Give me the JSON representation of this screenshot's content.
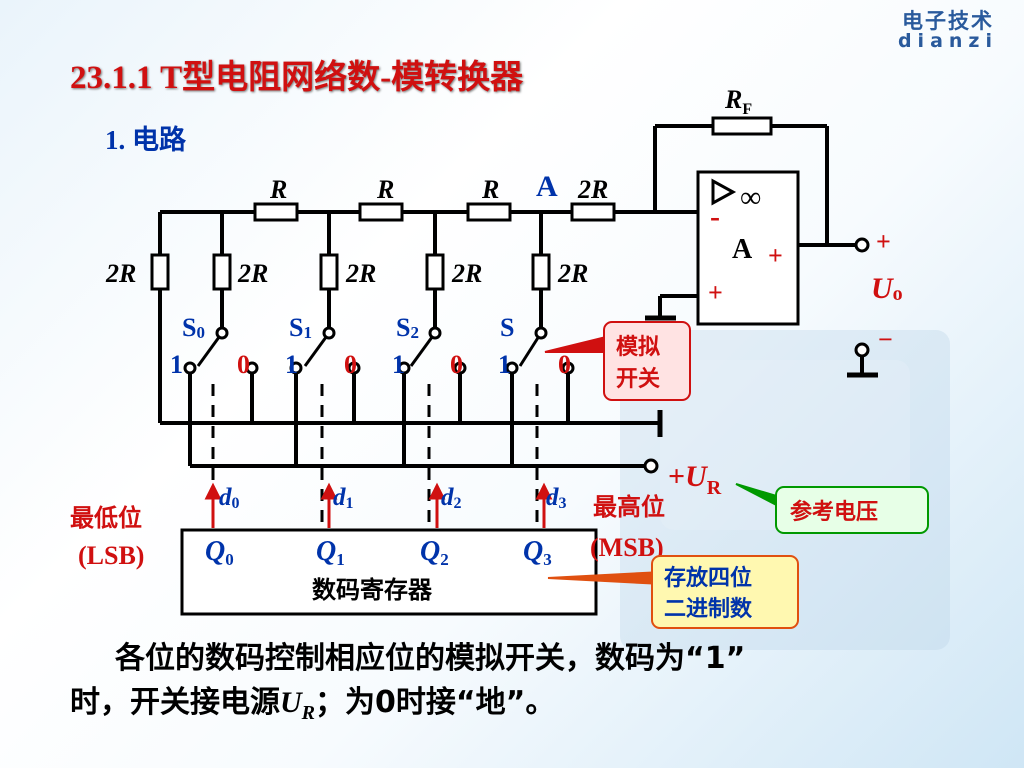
{
  "logo": {
    "line1": "电子技术",
    "line2": "dianzi"
  },
  "title": "23.1.1   T型电阻网络数-模转换器",
  "subtitle": "1.  电路",
  "circuit": {
    "rf_label": "R",
    "rf_sub": "F",
    "series_r": [
      "R",
      "R",
      "R"
    ],
    "node_a": "A",
    "last_2r": "2R",
    "shunt_2r": [
      "2R",
      "2R",
      "2R",
      "2R",
      "2R"
    ],
    "opamp_inf": "∞",
    "opamp_a": "A",
    "opamp_minus": "-",
    "opamp_plus_in": "+",
    "opamp_plus_out": "+",
    "out_plus": "+",
    "out_u": "U",
    "out_sub": "o",
    "out_minus": "−",
    "switches": [
      {
        "name": "S",
        "sub": "0",
        "one": "1",
        "zero": "0"
      },
      {
        "name": "S",
        "sub": "1",
        "one": "1",
        "zero": "0"
      },
      {
        "name": "S",
        "sub": "2",
        "one": "1",
        "zero": "0"
      },
      {
        "name": "S",
        "sub": "",
        "one": "1",
        "zero": "0"
      }
    ],
    "bits": [
      {
        "d": "d",
        "sub": "0"
      },
      {
        "d": "d",
        "sub": "1"
      },
      {
        "d": "d",
        "sub": "2"
      },
      {
        "d": "d",
        "sub": "3"
      }
    ],
    "q": [
      {
        "q": "Q",
        "sub": "0"
      },
      {
        "q": "Q",
        "sub": "1"
      },
      {
        "q": "Q",
        "sub": "2"
      },
      {
        "q": "Q",
        "sub": "3"
      }
    ],
    "ur_plus": "+",
    "ur_u": "U",
    "ur_sub": "R",
    "lsb_cn": "最低位",
    "lsb_en": "(LSB)",
    "msb_cn": "最高位",
    "msb_en": "(MSB)",
    "register": "数码寄存器"
  },
  "callouts": {
    "analog_switch": [
      "模拟",
      "开关"
    ],
    "reference": "参考电压",
    "storage": [
      "存放四位",
      "二进制数"
    ]
  },
  "description": {
    "line1": "各位的数码控制相应位的模拟开关，数码为“1”",
    "line2a": "时，开关接电源",
    "line2u": "U",
    "line2sub": "R",
    "line2b": "；为0时接“地”。"
  },
  "colors": {
    "title": "#d01010",
    "subtitle": "#0033aa",
    "label_blue": "#0033aa",
    "callout_red": "#d01010",
    "callout_green": "#009900"
  }
}
